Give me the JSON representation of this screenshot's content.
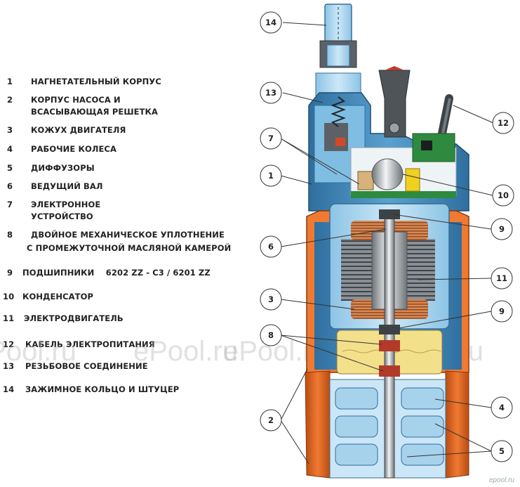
{
  "legend": [
    {
      "num": "1",
      "lines": [
        "НАГНЕТАТЕЛЬНЫЙ КОРПУС"
      ]
    },
    {
      "num": "2",
      "lines": [
        "КОРПУС НАСОСА И",
        "ВСАСЫВАЮЩАЯ РЕШЕТКА"
      ]
    },
    {
      "num": "3",
      "lines": [
        "КОЖУХ ДВИГАТЕЛЯ"
      ]
    },
    {
      "num": "4",
      "lines": [
        "РАБОЧИЕ КОЛЕСА"
      ]
    },
    {
      "num": "5",
      "lines": [
        "ДИФФУЗОРЫ"
      ]
    },
    {
      "num": "6",
      "lines": [
        "ВЕДУЩИЙ ВАЛ"
      ]
    },
    {
      "num": "7",
      "lines": [
        "ЭЛЕКТРОННОЕ",
        "УСТРОЙСТВО"
      ]
    },
    {
      "num": "8",
      "lines": [
        "ДВОЙНОЕ МЕХАНИЧЕСКОЕ УПЛОТНЕНИЕ",
        "С ПРОМЕЖУТОЧНОЙ МАСЛЯНОЙ КАМЕРОЙ"
      ]
    },
    {
      "num": "9",
      "lines": [
        "ПОДШИПНИКИ    6202 ZZ - C3 / 6201 ZZ"
      ]
    },
    {
      "num": "10",
      "lines": [
        "КОНДЕНСАТОР"
      ]
    },
    {
      "num": "11",
      "lines": [
        "ЭЛЕКТРОДВИГАТЕЛЬ"
      ]
    },
    {
      "num": "12",
      "lines": [
        "КАБЕЛЬ ЭЛЕКТРОПИТАНИЯ"
      ]
    },
    {
      "num": "13",
      "lines": [
        "РЕЗЬБОВОЕ СОЕДИНЕНИЕ"
      ]
    },
    {
      "num": "14",
      "lines": [
        "ЗАЖИМНОЕ КОЛЬЦО И ШТУЦЕР"
      ]
    }
  ],
  "callouts": [
    "14",
    "13",
    "12",
    "7",
    "1",
    "10",
    "9",
    "6",
    "11",
    "3",
    "9",
    "8",
    "4",
    "2",
    "5"
  ],
  "watermark": "ePool.ru",
  "logo": "epool.ru",
  "colors": {
    "blue_housing": "#3f7fb0",
    "light_blue": "#9fd0ec",
    "orange_body": "#e0651f",
    "dark_grey": "#555a5e",
    "copper": "#c8703e",
    "oil_yellow": "#f3e08a",
    "green_board": "#2e8a3e"
  }
}
